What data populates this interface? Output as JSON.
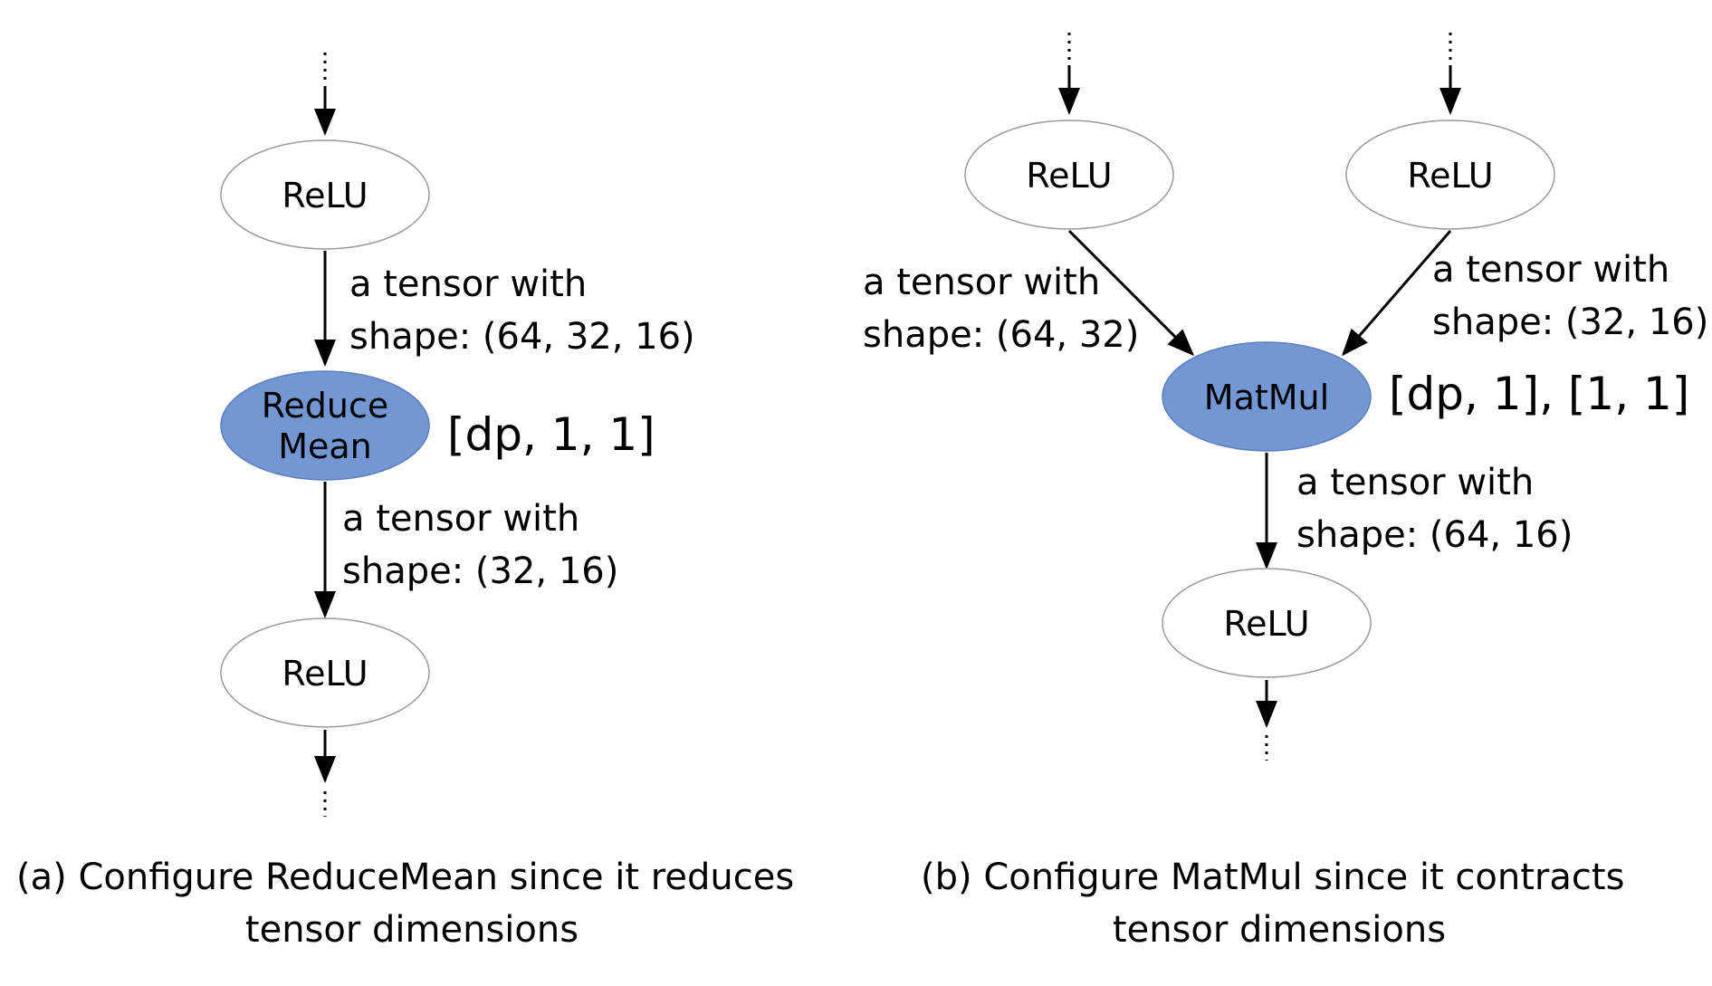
{
  "colors": {
    "highlight_fill": "#7297d3",
    "node_stroke": "#9a9a9a",
    "edge": "#000000"
  },
  "panel_a": {
    "top_node": "ReLU",
    "config_node": {
      "line1": "Reduce",
      "line2": "Mean"
    },
    "config_strategy": "[dp, 1, 1]",
    "bottom_node": "ReLU",
    "edge_in_label": {
      "line1": "a tensor with",
      "line2": "shape: (64, 32, 16)"
    },
    "edge_out_label": {
      "line1": "a tensor with",
      "line2": "shape: (32, 16)"
    },
    "caption": {
      "line1": "(a)  Configure ReduceMean since it reduces",
      "line2": "tensor dimensions"
    }
  },
  "panel_b": {
    "left_node": "ReLU",
    "right_node": "ReLU",
    "config_node": "MatMul",
    "config_strategy": "[dp, 1], [1, 1]",
    "bottom_node": "ReLU",
    "left_edge_label": {
      "line1": "a tensor with",
      "line2": "shape: (64, 32)"
    },
    "right_edge_label": {
      "line1": "a tensor with",
      "line2": "shape: (32, 16)"
    },
    "out_edge_label": {
      "line1": "a tensor with",
      "line2": "shape: (64, 16)"
    },
    "caption": {
      "line1": "(b) Configure MatMul since it contracts",
      "line2": "tensor dimensions"
    }
  }
}
